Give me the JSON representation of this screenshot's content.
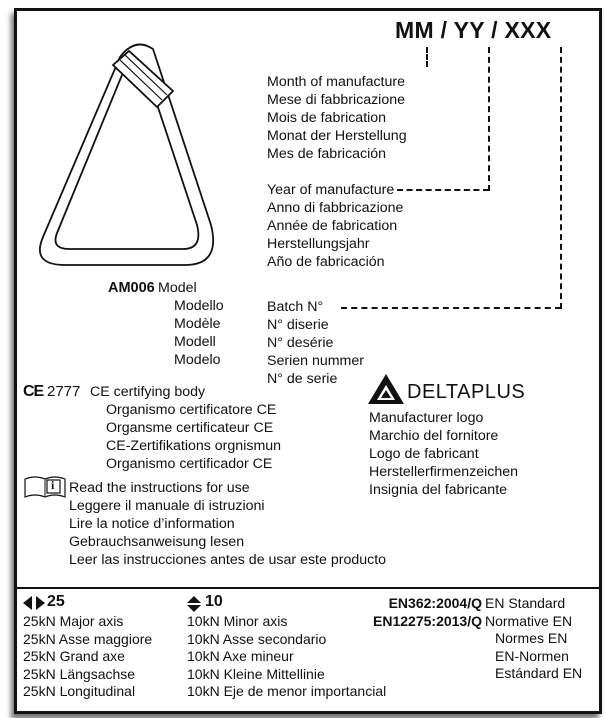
{
  "code_format": "MM / YY / XXX",
  "month": {
    "lines": [
      "Month of manufacture",
      "Mese di fabbricazione",
      "Mois de fabrication",
      "Monat der Herstellung",
      "Mes de fabricación"
    ]
  },
  "year": {
    "lines": [
      "Year of manufacture",
      "Anno di fabbricazione",
      "Année de fabrication",
      "Herstellungsjahr",
      "Año de fabricación"
    ]
  },
  "batch": {
    "lines": [
      "Batch N°",
      "N° diserie",
      "N° desérie",
      "Serien nummer",
      "N° de serie"
    ]
  },
  "model": {
    "code": "AM006",
    "lines": [
      "Model",
      "Modello",
      "Modèle",
      "Modell",
      "Modelo"
    ]
  },
  "ce": {
    "mark": "CE",
    "number": "2777",
    "lines": [
      "CE certifying body",
      "Organismo certificatore CE",
      "Organsme certificateur CE",
      "CE-Zertifikations orgnismun",
      "Organismo certificador CE"
    ]
  },
  "manufacturer": {
    "logo_text": "DELTAPLUS",
    "lines": [
      "Manufacturer logo",
      "Marchio del fornitore",
      "Logo de fabricant",
      "Herstellerfirmenzeichen",
      "Insignia del fabricante"
    ]
  },
  "instructions": {
    "icon_letter": "i",
    "lines": [
      "Read the instructions for use",
      "Leggere il manuale di istruzioni",
      "Lire la notice d’information",
      "Gebrauchsanweisung lesen",
      "Leer las instrucciones antes de usar este producto"
    ]
  },
  "major_axis": {
    "value": "25",
    "lines": [
      "25kN Major axis",
      "25kN Asse maggiore",
      "25kN Grand axe",
      "25kN Längsachse",
      "25kN Longitudinal"
    ]
  },
  "minor_axis": {
    "value": "10",
    "lines": [
      "10kN Minor axis",
      "10kN Asse secondario",
      "10kN Axe mineur",
      "10kN Kleine Mittellinie",
      "10kN Eje de menor importancial"
    ]
  },
  "standards": {
    "codes": [
      "EN362:2004/Q",
      "EN12275:2013/Q"
    ],
    "lines": [
      "EN Standard",
      "Normative EN",
      "Normes EN",
      "EN-Normen",
      "Estándard EN"
    ]
  }
}
